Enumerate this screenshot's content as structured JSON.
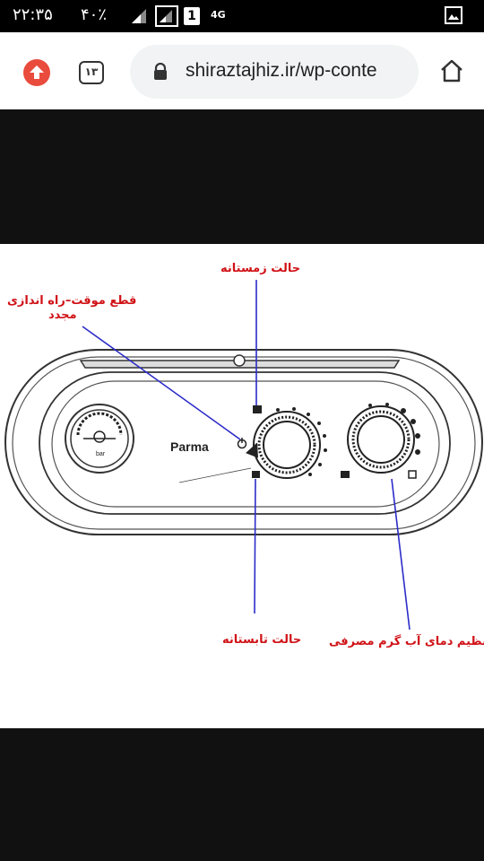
{
  "status_bar": {
    "time": "۲۲:۳۵",
    "battery_percent": "۴۰٪",
    "network_type": "4G",
    "sim_slot": "1"
  },
  "browser": {
    "tab_count": "۱۳",
    "url": "shiraztajhiz.ir/wp-conte"
  },
  "diagram": {
    "brand_label": "Parma",
    "gauge_unit": "bar",
    "labels": {
      "winter_mode": "حالت زمستانه",
      "reset": "قطع موقت–راه اندازی",
      "reset_line2": "مجدد",
      "summer_mode": "حالت تابستانه",
      "hot_water_temp": "تنظیم دمای آب گرم مصرفی"
    }
  },
  "colors": {
    "annotation_red": "#d01217",
    "leader_blue": "#2c2cc9",
    "browser_accent": "#e94b3c"
  }
}
